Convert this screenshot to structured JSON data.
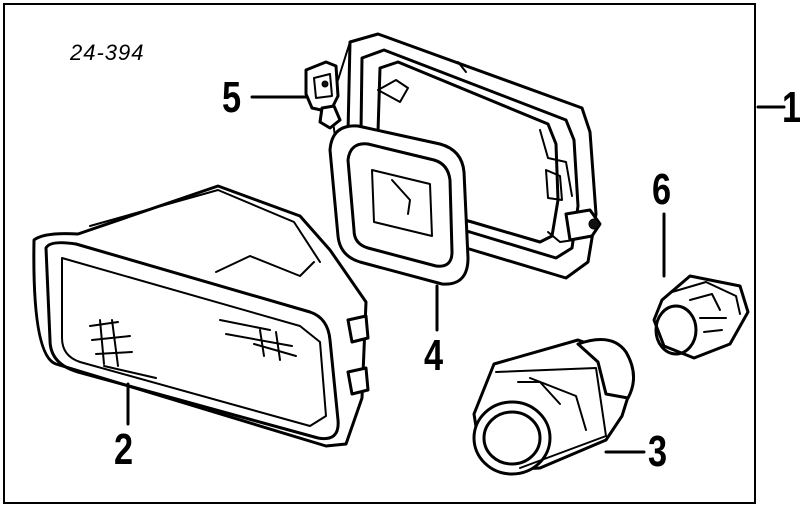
{
  "diagram": {
    "reference": "24-394",
    "callouts": [
      {
        "id": "1",
        "label": "1"
      },
      {
        "id": "2",
        "label": "2"
      },
      {
        "id": "3",
        "label": "3"
      },
      {
        "id": "4",
        "label": "4"
      },
      {
        "id": "5",
        "label": "5"
      },
      {
        "id": "6",
        "label": "6"
      }
    ]
  }
}
